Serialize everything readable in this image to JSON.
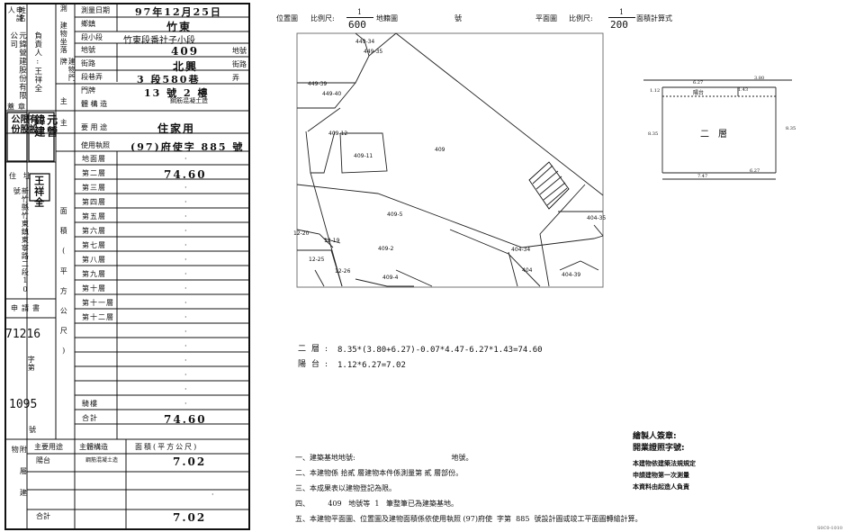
{
  "left": {
    "applicant_label": "申請人",
    "name_label": "姓名",
    "company": "元鍏營建股份有限公司",
    "rep_label": "負責人:王祥全",
    "seal_label": "蓋章",
    "address_label": "住址",
    "address": "新竹縣竹東鎮東寧路二段10號",
    "apply_no_label": "申請書",
    "apply_no_1": "71216",
    "word_label": "字第",
    "apply_no_2": "1095",
    "number_label": "號",
    "survey_date_label": "測量日期",
    "survey_date": "97年12月25日",
    "loc_label": "建物坐落",
    "township_label": "鄉鎮",
    "township": "竹東",
    "section_label": "段小段",
    "section": "竹東段番社子小段",
    "lot_label": "地號",
    "lot": "409",
    "lot_suffix": "地號",
    "street_label": "街路",
    "street": "北興",
    "street_suffix": "街路",
    "doorplate_group": "建物門牌",
    "lane_label": "段巷弄",
    "lane": "3 段580巷",
    "lane_suffix": "弄",
    "door_label": "門牌",
    "door": "13 號 2 樓",
    "structure_group": "主體構造",
    "structure": "鋼筋混凝土造",
    "usage_label": "主要用途",
    "usage": "住家用",
    "permit_label": "使用執照",
    "permit": "(97)府使字 885 號",
    "area_group": "面積(平方公尺)",
    "floors": [
      {
        "label": "地面層",
        "area": "·"
      },
      {
        "label": "第二層",
        "area": "74.60"
      },
      {
        "label": "第三層",
        "area": "·"
      },
      {
        "label": "第四層",
        "area": "·"
      },
      {
        "label": "第五層",
        "area": "·"
      },
      {
        "label": "第六層",
        "area": "·"
      },
      {
        "label": "第七層",
        "area": "·"
      },
      {
        "label": "第八層",
        "area": "·"
      },
      {
        "label": "第九層",
        "area": "·"
      },
      {
        "label": "第十層",
        "area": "·"
      },
      {
        "label": "第十一層",
        "area": "·"
      },
      {
        "label": "第十二層",
        "area": "·"
      },
      {
        "label": "",
        "area": "·"
      },
      {
        "label": "",
        "area": "·"
      },
      {
        "label": "",
        "area": "·"
      },
      {
        "label": "",
        "area": "·"
      },
      {
        "label": "",
        "area": "·"
      },
      {
        "label": "騎樓",
        "area": "·"
      },
      {
        "label": "合計",
        "area": "74.60"
      }
    ],
    "annex_group": "附屬建物",
    "annex_header": {
      "usage": "主要用途",
      "structure": "主體構造",
      "area": "面積(平方公尺)"
    },
    "annex_rows": [
      {
        "usage": "陽台",
        "structure": "鋼筋混凝土造",
        "area": "7.02"
      },
      {
        "usage": "",
        "structure": "",
        "area": ""
      },
      {
        "usage": "",
        "structure": "",
        "area": "·"
      },
      {
        "usage": "合計",
        "structure": "",
        "area": "7.02"
      }
    ]
  },
  "right": {
    "site_plan_label": "位置圖",
    "site_scale_label": "比例尺:",
    "site_scale_num": "1",
    "site_scale_den": "600",
    "map_label": "地籍圖",
    "map_no_label": "號",
    "floor_plan_label": "平面圖",
    "floor_scale_label": "比例尺:",
    "floor_scale_num": "1",
    "floor_scale_den": "200",
    "area_calc_label": "面積計算式",
    "parcels": [
      "449-34",
      "449-35",
      "449-39",
      "449-40",
      "409-12",
      "409-11",
      "409",
      "409-5",
      "12-20",
      "12-19",
      "409-2",
      "12-25",
      "12-26",
      "409-4",
      "404-34",
      "404",
      "404-39",
      "404-35"
    ],
    "floor_plan": {
      "title": "二層",
      "balcony": "陽台",
      "d_top": "6.27",
      "d_top2": "3.80",
      "d_left": "1.12",
      "d_dim": "1.43",
      "d_left_h": "8.35",
      "d_right_h": "8.35",
      "d_bottom": "6.27",
      "d_bottom_l": "7.47"
    },
    "calc": [
      {
        "label": "二層:",
        "formula": "8.35*(3.80+6.27)-0.07*4.47-6.27*1.43=74.60"
      },
      {
        "label": "陽台:",
        "formula": "1.12*6.27=7.02"
      }
    ],
    "signer_title": "繪製人簽章:",
    "signer_sub": "開業證照字號:",
    "signer_lines": [
      "本建物依建築法規規定",
      "申請建物第一次測量",
      "本資料由起造人負責"
    ],
    "notes": [
      "一、建築基地地號:                                          地號。",
      "二、本建物係 拾貳 層建物本件係測量第 貳 層部份。",
      "三、本成果表以建物登記為限。",
      "四、        409   地號等  1   筆整筆已為建築基地。",
      "五、本建物平面圖、位置圖及建物面積係依使用執照 (97)府使  字第  885  號設計圖或竣工平面圖轉繪計算。"
    ],
    "page_code": "S0C0-1010"
  }
}
